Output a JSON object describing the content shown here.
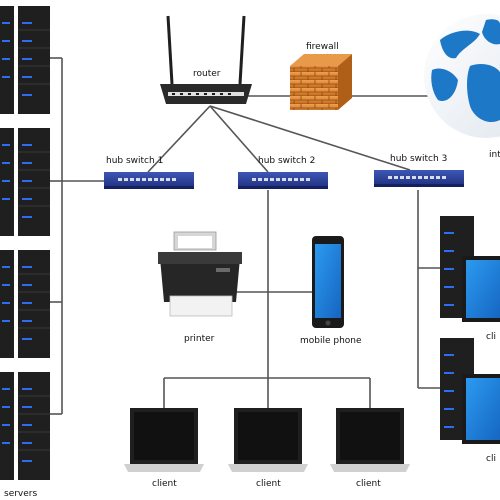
{
  "labels": {
    "router": "router",
    "firewall": "firewall",
    "internet": "int",
    "hub1": "hub switch 1",
    "hub2": "hub switch 2",
    "hub3": "hub switch 3",
    "printer": "printer",
    "mobile": "mobile phone",
    "client": "client",
    "client_right": "cli",
    "servers": "servers"
  },
  "colors": {
    "line": "#555555",
    "switch": "#2a3f8f",
    "screen": "#1e88e5",
    "server": "#1f1f1f",
    "server_led": "#2e6cf0",
    "firewall": "#d9822b",
    "globe_land": "#1e78c8"
  }
}
